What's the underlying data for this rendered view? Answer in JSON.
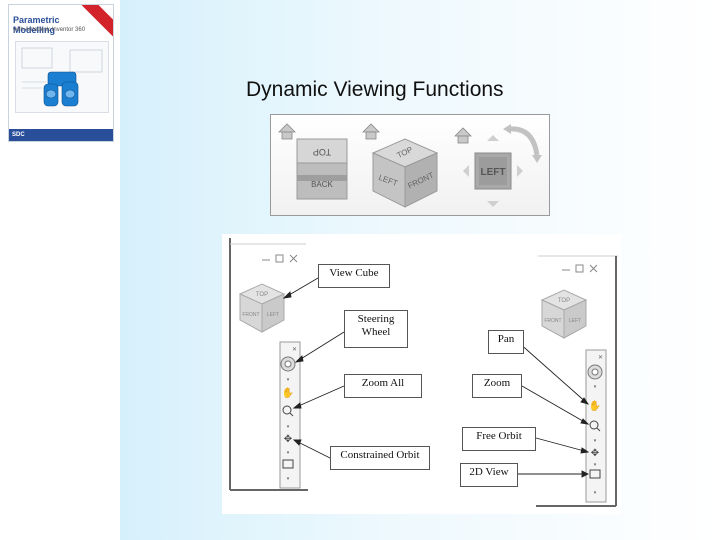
{
  "book": {
    "title": "Parametric Modelling",
    "subtitle": "with Autodesk Inventor 360",
    "ribbon": "",
    "publisher": "SDC"
  },
  "slide": {
    "title": "Dynamic Viewing Functions"
  },
  "cube_strip": {
    "flat_cube": {
      "top_label": "TOP",
      "front_label": "BACK"
    },
    "iso_cube": {
      "top_label": "TOP",
      "left_label": "LEFT",
      "front_label": "FRONT"
    },
    "face_view": {
      "label": "LEFT"
    }
  },
  "figure": {
    "callouts_left": {
      "view_cube": "View Cube",
      "steering_wheel": "Steering\nWheel",
      "zoom_all": "Zoom All",
      "constrained_orbit": "Constrained Orbit"
    },
    "callouts_right": {
      "pan": "Pan",
      "zoom": "Zoom",
      "free_orbit": "Free Orbit",
      "view_2d": "2D View"
    },
    "mini_cube": {
      "top": "TOP",
      "left": "FRONT",
      "right": "LEFT"
    }
  },
  "colors": {
    "slide_gradient_start": "#d6f0fb",
    "book_accent": "#2a4f9a",
    "cube_gray": "#a9a9a9"
  }
}
